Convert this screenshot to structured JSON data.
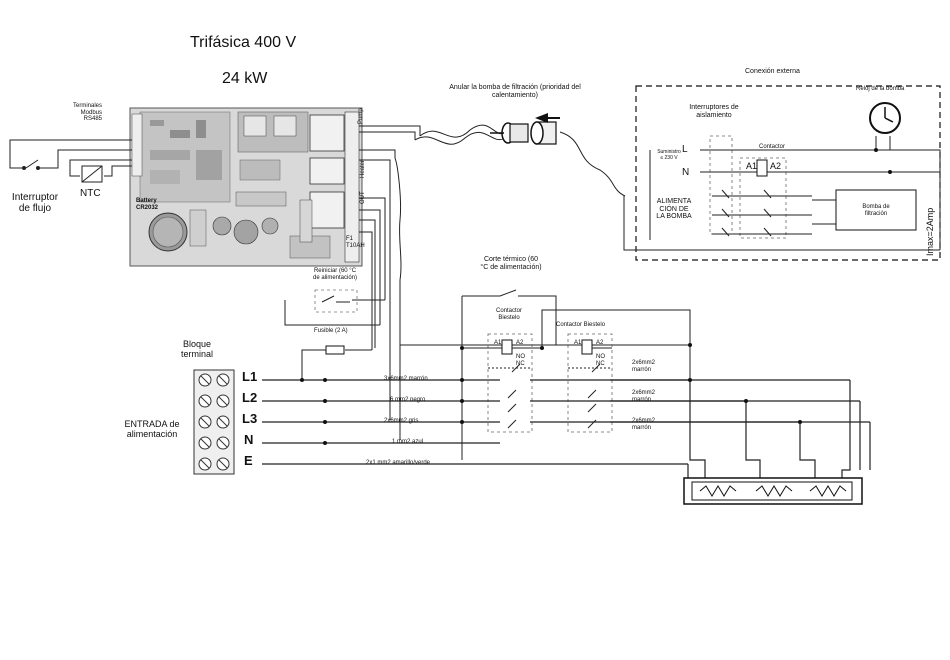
{
  "header": {
    "title": "Trifásica 400 V",
    "power": "24 kW"
  },
  "board": {
    "terminals_label": "Terminales\nModbus\nRS485",
    "battery_label": "Battery\nCR2032",
    "relay_pump": "Pump",
    "relay_heater": "Heater",
    "relay_out": "OUT",
    "relay_fuse": "F1\n T10AH"
  },
  "left": {
    "flow_switch": "Interruptor\nde flujo",
    "ntc": "NTC"
  },
  "pump_override": "Anular la bomba de filtración (prioridad del\ncalentamiento)",
  "external": {
    "title": "Conexión externa",
    "isolation": "Interruptores de\naislamiento",
    "contactor": "Contactor",
    "supply": "Suministro\n≤ 230 V",
    "L": "L",
    "N": "N",
    "A1": "A1",
    "A2": "A2",
    "pump_supply": "ALIMENTA\nCIÓN DE\nLA BOMBA",
    "pump_box": "Bomba de\nfiltración",
    "clock": "Reloj de la bomba",
    "imax": "Imax=2Amp"
  },
  "thermal_cut_top": "Corte térmico (60\n°C de alimentación)",
  "reset_label": "Reiniciar (60 °C\nde alimentación)",
  "fuse_label": "Fusible (2 A)",
  "contactor1": {
    "label": "Contactor\nBiestelo",
    "A1": "A1",
    "A2": "A2",
    "NO": "NO",
    "NC": "NC"
  },
  "contactor2": {
    "label": "Contactor Biestelo",
    "A1": "A1",
    "A2": "A2",
    "NO": "NO",
    "NC": "NC"
  },
  "terminal_block": {
    "label": "Bloque\nterminal",
    "input_label": "ENTRADA de\nalimentación",
    "lines": [
      "L1",
      "L2",
      "L3",
      "N",
      "E"
    ]
  },
  "wires": {
    "l1": "3x6mm2 marrón",
    "l2": "6 mm2 negro",
    "l3": "2x6mm2 gris",
    "n": "1 mm2 azul",
    "e": "2x1 mm2 amarillo/verde"
  },
  "heater_wires": {
    "w1": "2x6mm2\nmarrón",
    "w2": "2x6mm2\nmarrón",
    "w3": "2x6mm2\nmarrón"
  }
}
